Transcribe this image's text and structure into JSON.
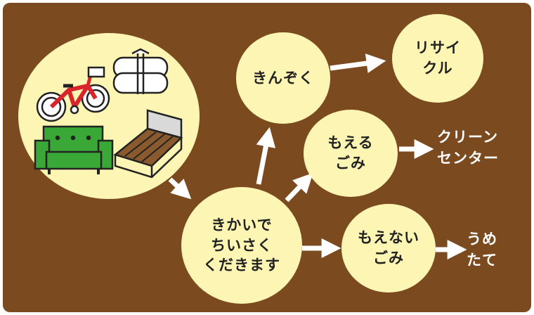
{
  "nodes": {
    "items_circle": "",
    "shred": "きかいで\nちいさく\nくだきます",
    "metal": "きんぞく",
    "recycle": "リサイ\nクル",
    "burnable": "もえる\nごみ",
    "nonburnable": "もえない\nごみ"
  },
  "destinations": {
    "clean_center": "クリーン\nセンター",
    "landfill": "うめ\nたて"
  },
  "illustrations": [
    "bicycle-icon",
    "futon-icon",
    "sofa-icon",
    "bed-icon"
  ],
  "colors": {
    "background": "#7b4a1f",
    "circle": "#fdf5b3",
    "arrow": "#ffffff",
    "bicycle": "#d8242a",
    "sofa": "#3aa836",
    "bed": "#8a5a2e"
  }
}
